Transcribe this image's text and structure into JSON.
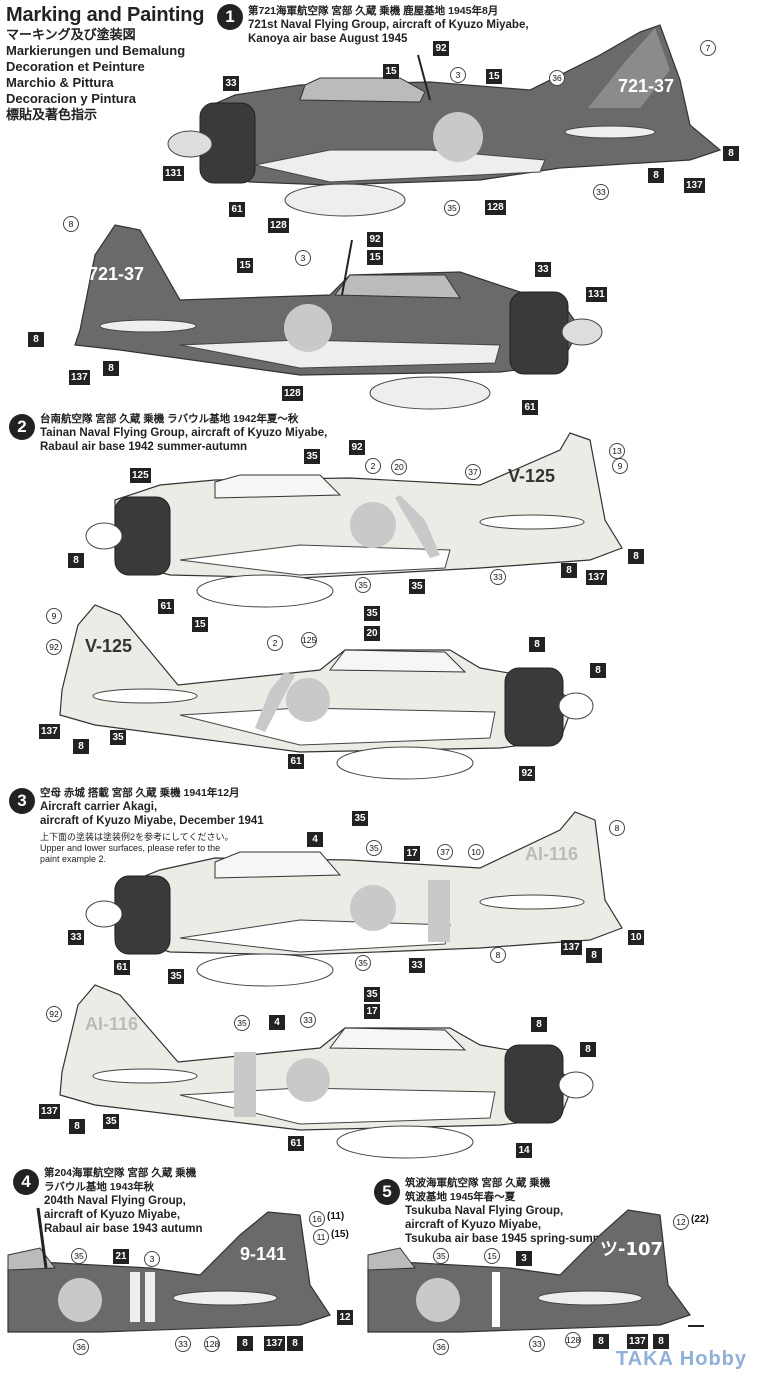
{
  "header": {
    "title": "Marking and Painting",
    "lines": [
      "マーキング及び塗装図",
      "Markierungen und Bemalung",
      "Decoration et Peinture",
      "Marchio & Pittura",
      "Decoracion y Pintura",
      "標貼及著色指示"
    ]
  },
  "sections": [
    {
      "num": "1",
      "jp": "第721海軍航空隊  宮部 久蔵 乗機  鹿屋基地  1945年8月",
      "en1": "721st Naval Flying Group, aircraft of Kyuzo Miyabe,",
      "en2": "Kanoya air base August 1945"
    },
    {
      "num": "2",
      "jp": "台南航空隊  宮部 久蔵  乗機  ラバウル基地  1942年夏～秋",
      "en1": "Tainan Naval Flying Group, aircraft of Kyuzo Miyabe,",
      "en2": "Rabaul air base 1942 summer-autumn"
    },
    {
      "num": "3",
      "jp": "空母 赤城 搭載 宮部 久蔵 乗機 1941年12月",
      "en1": "Aircraft carrier Akagi,",
      "en2": "aircraft of Kyuzo Miyabe, December 1941",
      "note_jp": "上下面の塗装は塗装例2を参考にしてください。",
      "note_en1": "Upper and lower surfaces, please refer to the",
      "note_en2": "paint example 2."
    },
    {
      "num": "4",
      "jp": "第204海軍航空隊  宮部 久蔵  乗機",
      "jp2": "ラバウル基地  1943年秋",
      "en1": "204th Naval Flying Group,",
      "en2": "aircraft of Kyuzo Miyabe,",
      "en3": "Rabaul air base 1943 autumn"
    },
    {
      "num": "5",
      "jp": "筑波海軍航空隊  宮部 久蔵  乗機",
      "jp2": "筑波基地  1945年春～夏",
      "en1": "Tsukuba Naval Flying Group,",
      "en2": "aircraft of Kyuzo Miyabe,",
      "en3": "Tsukuba air base 1945 spring-summer"
    }
  ],
  "codes": {
    "p1": "721-37",
    "p2": "V-125",
    "p3": "AI-116",
    "p4": "9-141",
    "p5": "ツ-107"
  },
  "labels": [
    "92",
    "15",
    "3",
    "15",
    "36",
    "7",
    "33",
    "131",
    "61",
    "128",
    "35",
    "128",
    "33",
    "8",
    "8",
    "137",
    "8",
    "92",
    "15",
    "3",
    "15",
    "33",
    "131",
    "8",
    "137",
    "8",
    "128",
    "61",
    "35",
    "92",
    "2",
    "20",
    "37",
    "13",
    "9",
    "125",
    "8",
    "61",
    "35",
    "35",
    "33",
    "8",
    "137",
    "8",
    "15",
    "9",
    "92",
    "35",
    "20",
    "2",
    "125",
    "8",
    "8",
    "137",
    "8",
    "35",
    "61",
    "92",
    "35",
    "4",
    "35",
    "17",
    "37",
    "10",
    "8",
    "33",
    "61",
    "35",
    "35",
    "33",
    "8",
    "137",
    "8",
    "10",
    "92",
    "35",
    "17",
    "35",
    "4",
    "33",
    "8",
    "8",
    "137",
    "8",
    "35",
    "61",
    "14",
    "16",
    "11",
    "11",
    "15",
    "21",
    "3",
    "35",
    "36",
    "33",
    "128",
    "8",
    "137",
    "8",
    "12",
    "12",
    "22",
    "15",
    "3",
    "35",
    "36",
    "33",
    "128",
    "8",
    "137",
    "8"
  ],
  "watermark": "TAKA Hobby",
  "colors": {
    "dark": "#5c5c5c",
    "darker": "#3a3a3a",
    "light": "#eceae5",
    "hinomaru": "#c9c9c9",
    "box": "#222222"
  }
}
